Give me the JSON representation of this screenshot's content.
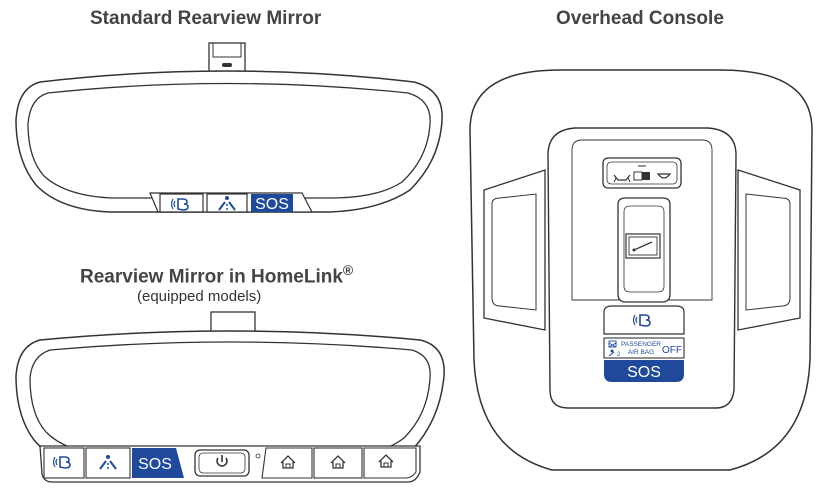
{
  "titles": {
    "standard_mirror": "Standard Rearview Mirror",
    "overhead_console": "Overhead Console",
    "homelink_mirror": "Rearview Mirror in HomeLink",
    "homelink_registered": "®",
    "homelink_note": "(equipped models)"
  },
  "standard_mirror": {
    "buttons": [
      {
        "name": "bluelink-button",
        "icon": "bluelink-icon"
      },
      {
        "name": "assist-button",
        "icon": "roadside-assist-icon"
      },
      {
        "name": "sos-button",
        "label": "SOS"
      }
    ]
  },
  "homelink_mirror": {
    "buttons": [
      {
        "name": "bluelink-button",
        "icon": "bluelink-icon"
      },
      {
        "name": "assist-button",
        "icon": "roadside-assist-icon"
      },
      {
        "name": "sos-button",
        "label": "SOS"
      },
      {
        "name": "auto-dim-button",
        "icon": "power-icon"
      },
      {
        "name": "homelink-button-1",
        "icon": "garage-home-icon"
      },
      {
        "name": "homelink-button-2",
        "icon": "garage-home-icon"
      },
      {
        "name": "homelink-button-3",
        "icon": "garage-home-icon"
      }
    ]
  },
  "overhead_console": {
    "sos_label": "SOS",
    "airbag_text_1": "PASSENGER",
    "airbag_text_2": "AIR BAG",
    "airbag_state": "OFF",
    "airbag_icon_digit": "2"
  },
  "colors": {
    "accent_blue": "#1f4a9c",
    "outline": "#333333"
  }
}
